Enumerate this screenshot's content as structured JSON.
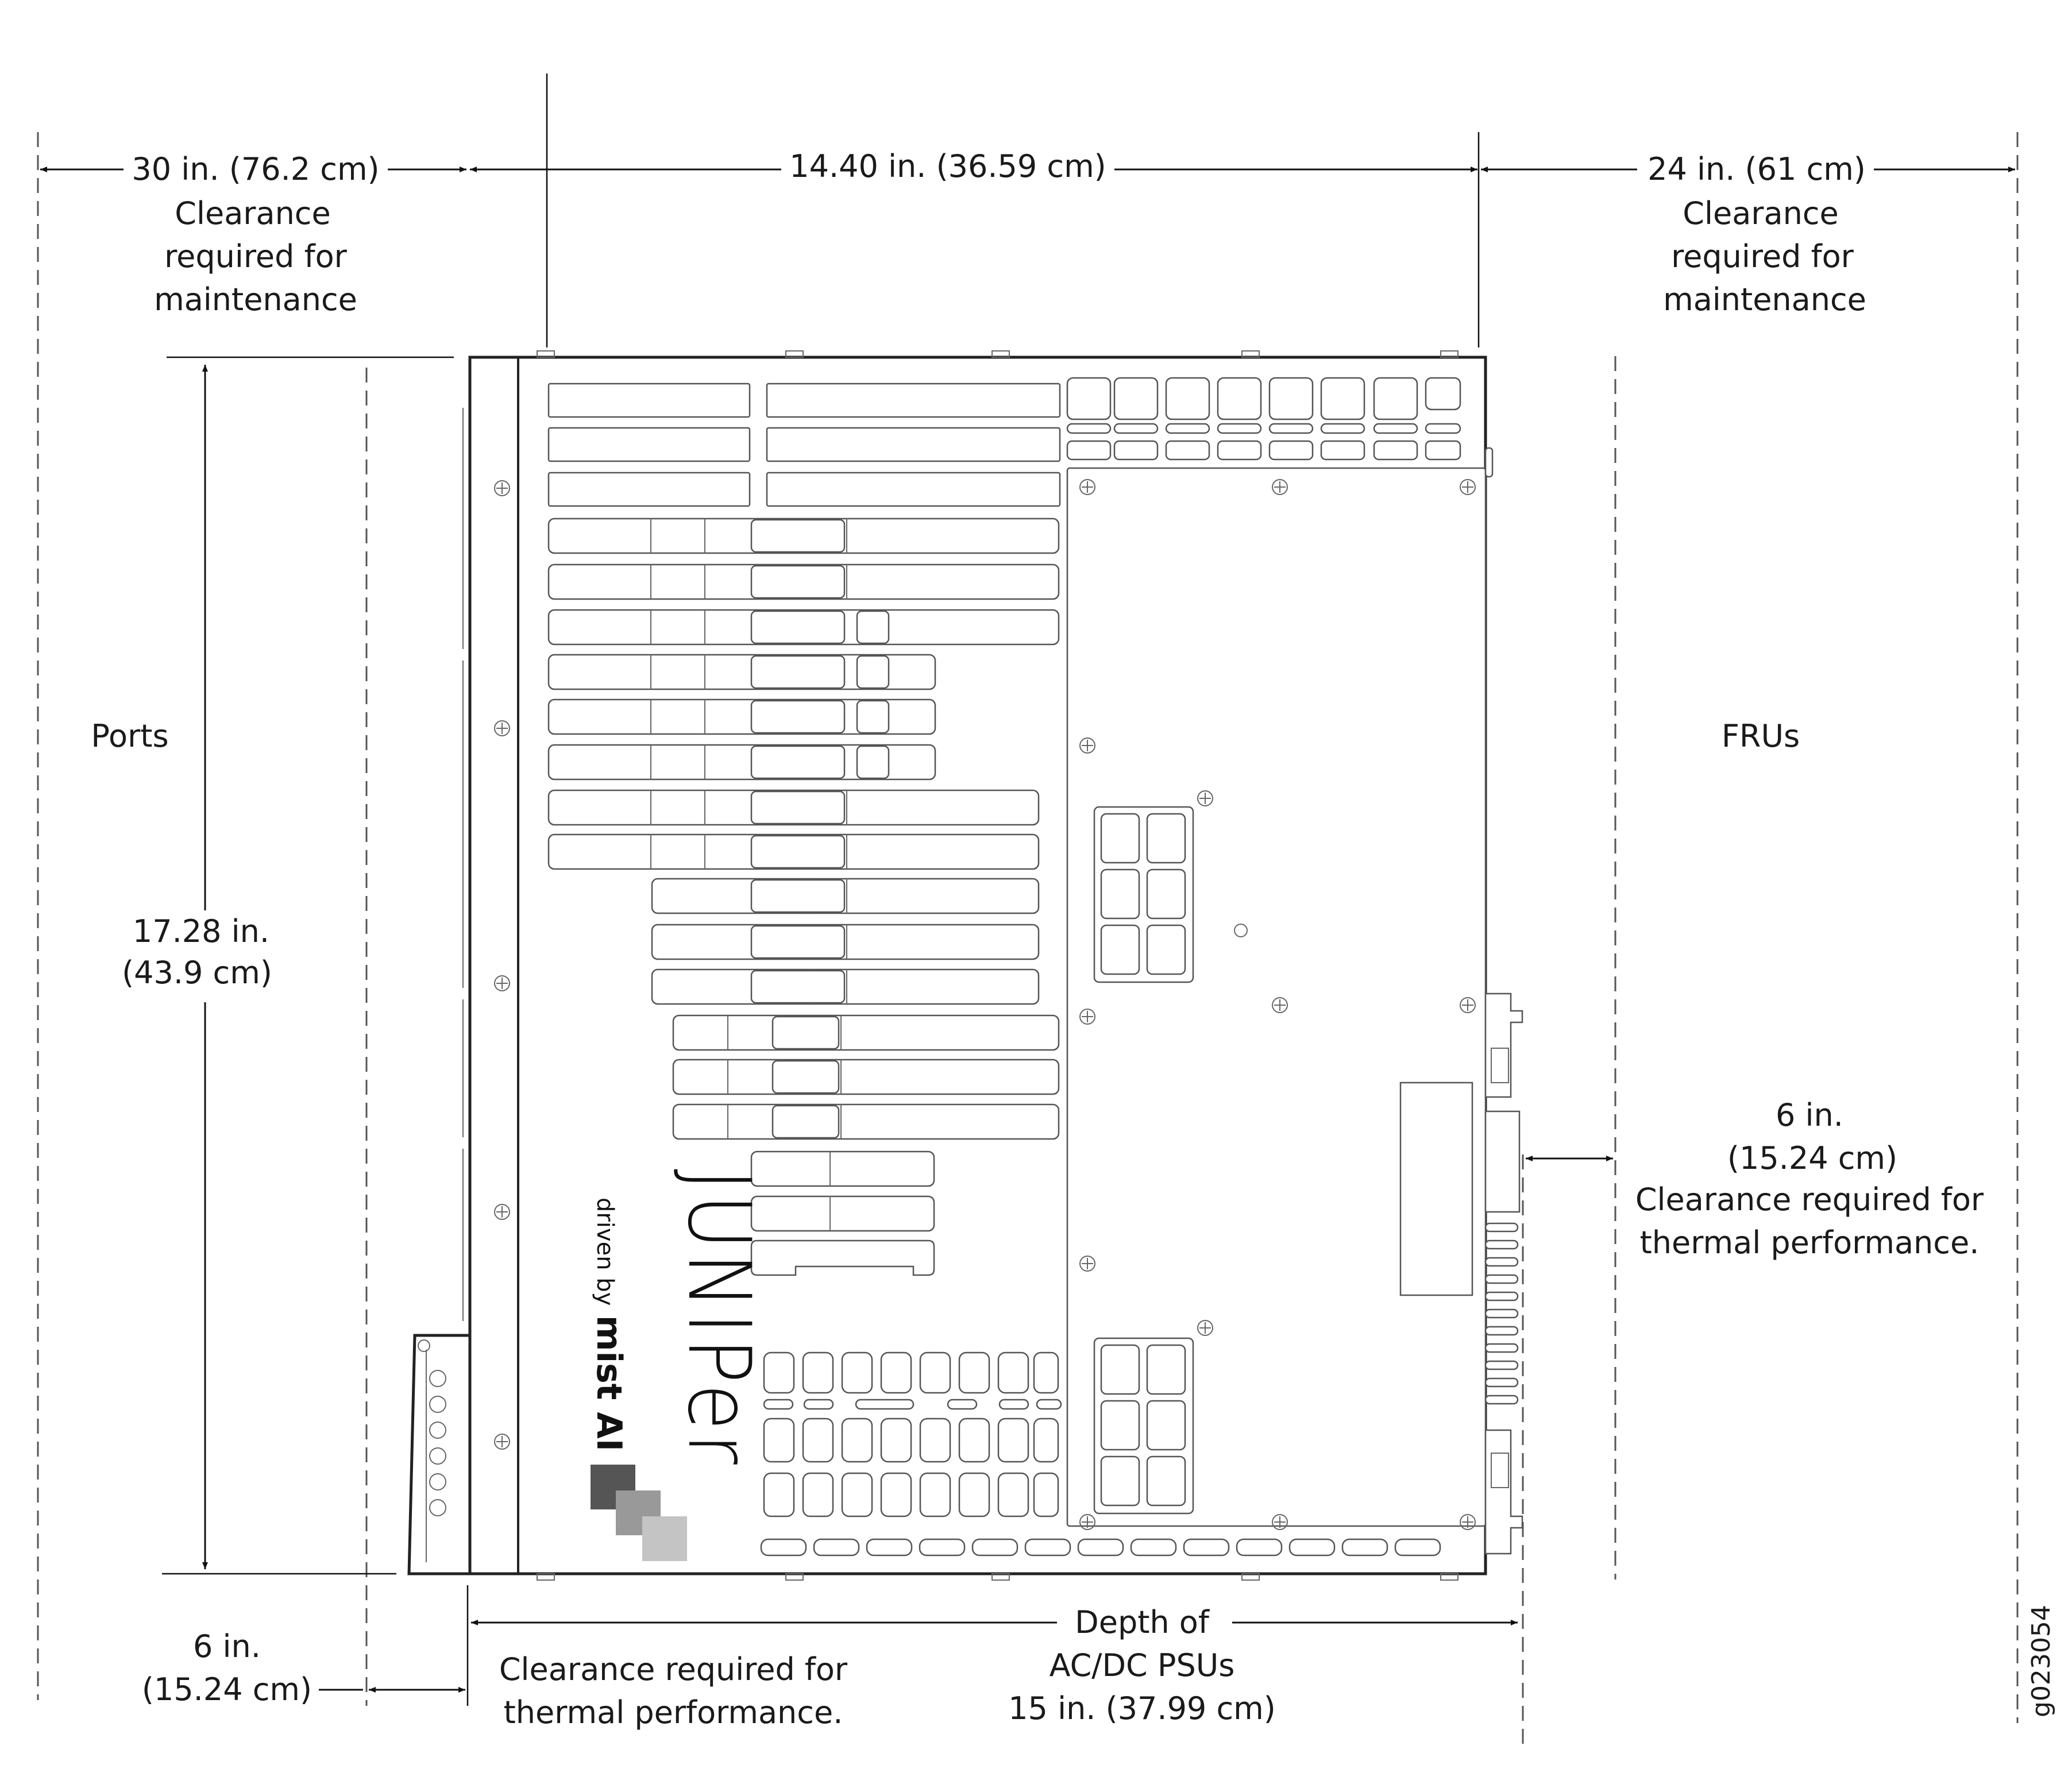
{
  "top": {
    "left_clearance": {
      "dimension": "30 in. (76.2 cm)",
      "line1": "Clearance",
      "line2": "required for",
      "line3": "maintenance"
    },
    "width": {
      "dimension": "14.40 in. (36.59 cm)"
    },
    "right_clearance": {
      "dimension": "24 in. (61 cm)",
      "line1": "Clearance",
      "line2": "required for",
      "line3": "maintenance"
    }
  },
  "side": {
    "ports_label": "Ports",
    "frus_label": "FRUs",
    "height_line1": "17.28 in.",
    "height_line2": "(43.9 cm)"
  },
  "right_thermal": {
    "line1": "6 in.",
    "line2": "(15.24 cm)",
    "line3": "Clearance required for",
    "line4": "thermal performance."
  },
  "bottom": {
    "left_line1": "6 in.",
    "left_line2": "(15.24 cm)",
    "thermal_line1": "Clearance required for",
    "thermal_line2": "thermal performance.",
    "depth_line1": "Depth of",
    "depth_line2": "AC/DC PSUs",
    "depth_line3": "15 in. (37.99 cm)"
  },
  "brand": {
    "name": "JUNIPer",
    "tagline_pre": "driven by",
    "tagline_brand": "mist AI"
  },
  "figure_id": "g023054",
  "colors": {
    "line": "#111111",
    "dash": "#555555",
    "logo_dark": "#555555",
    "logo_mid": "#999999",
    "logo_light": "#c4c4c4"
  }
}
